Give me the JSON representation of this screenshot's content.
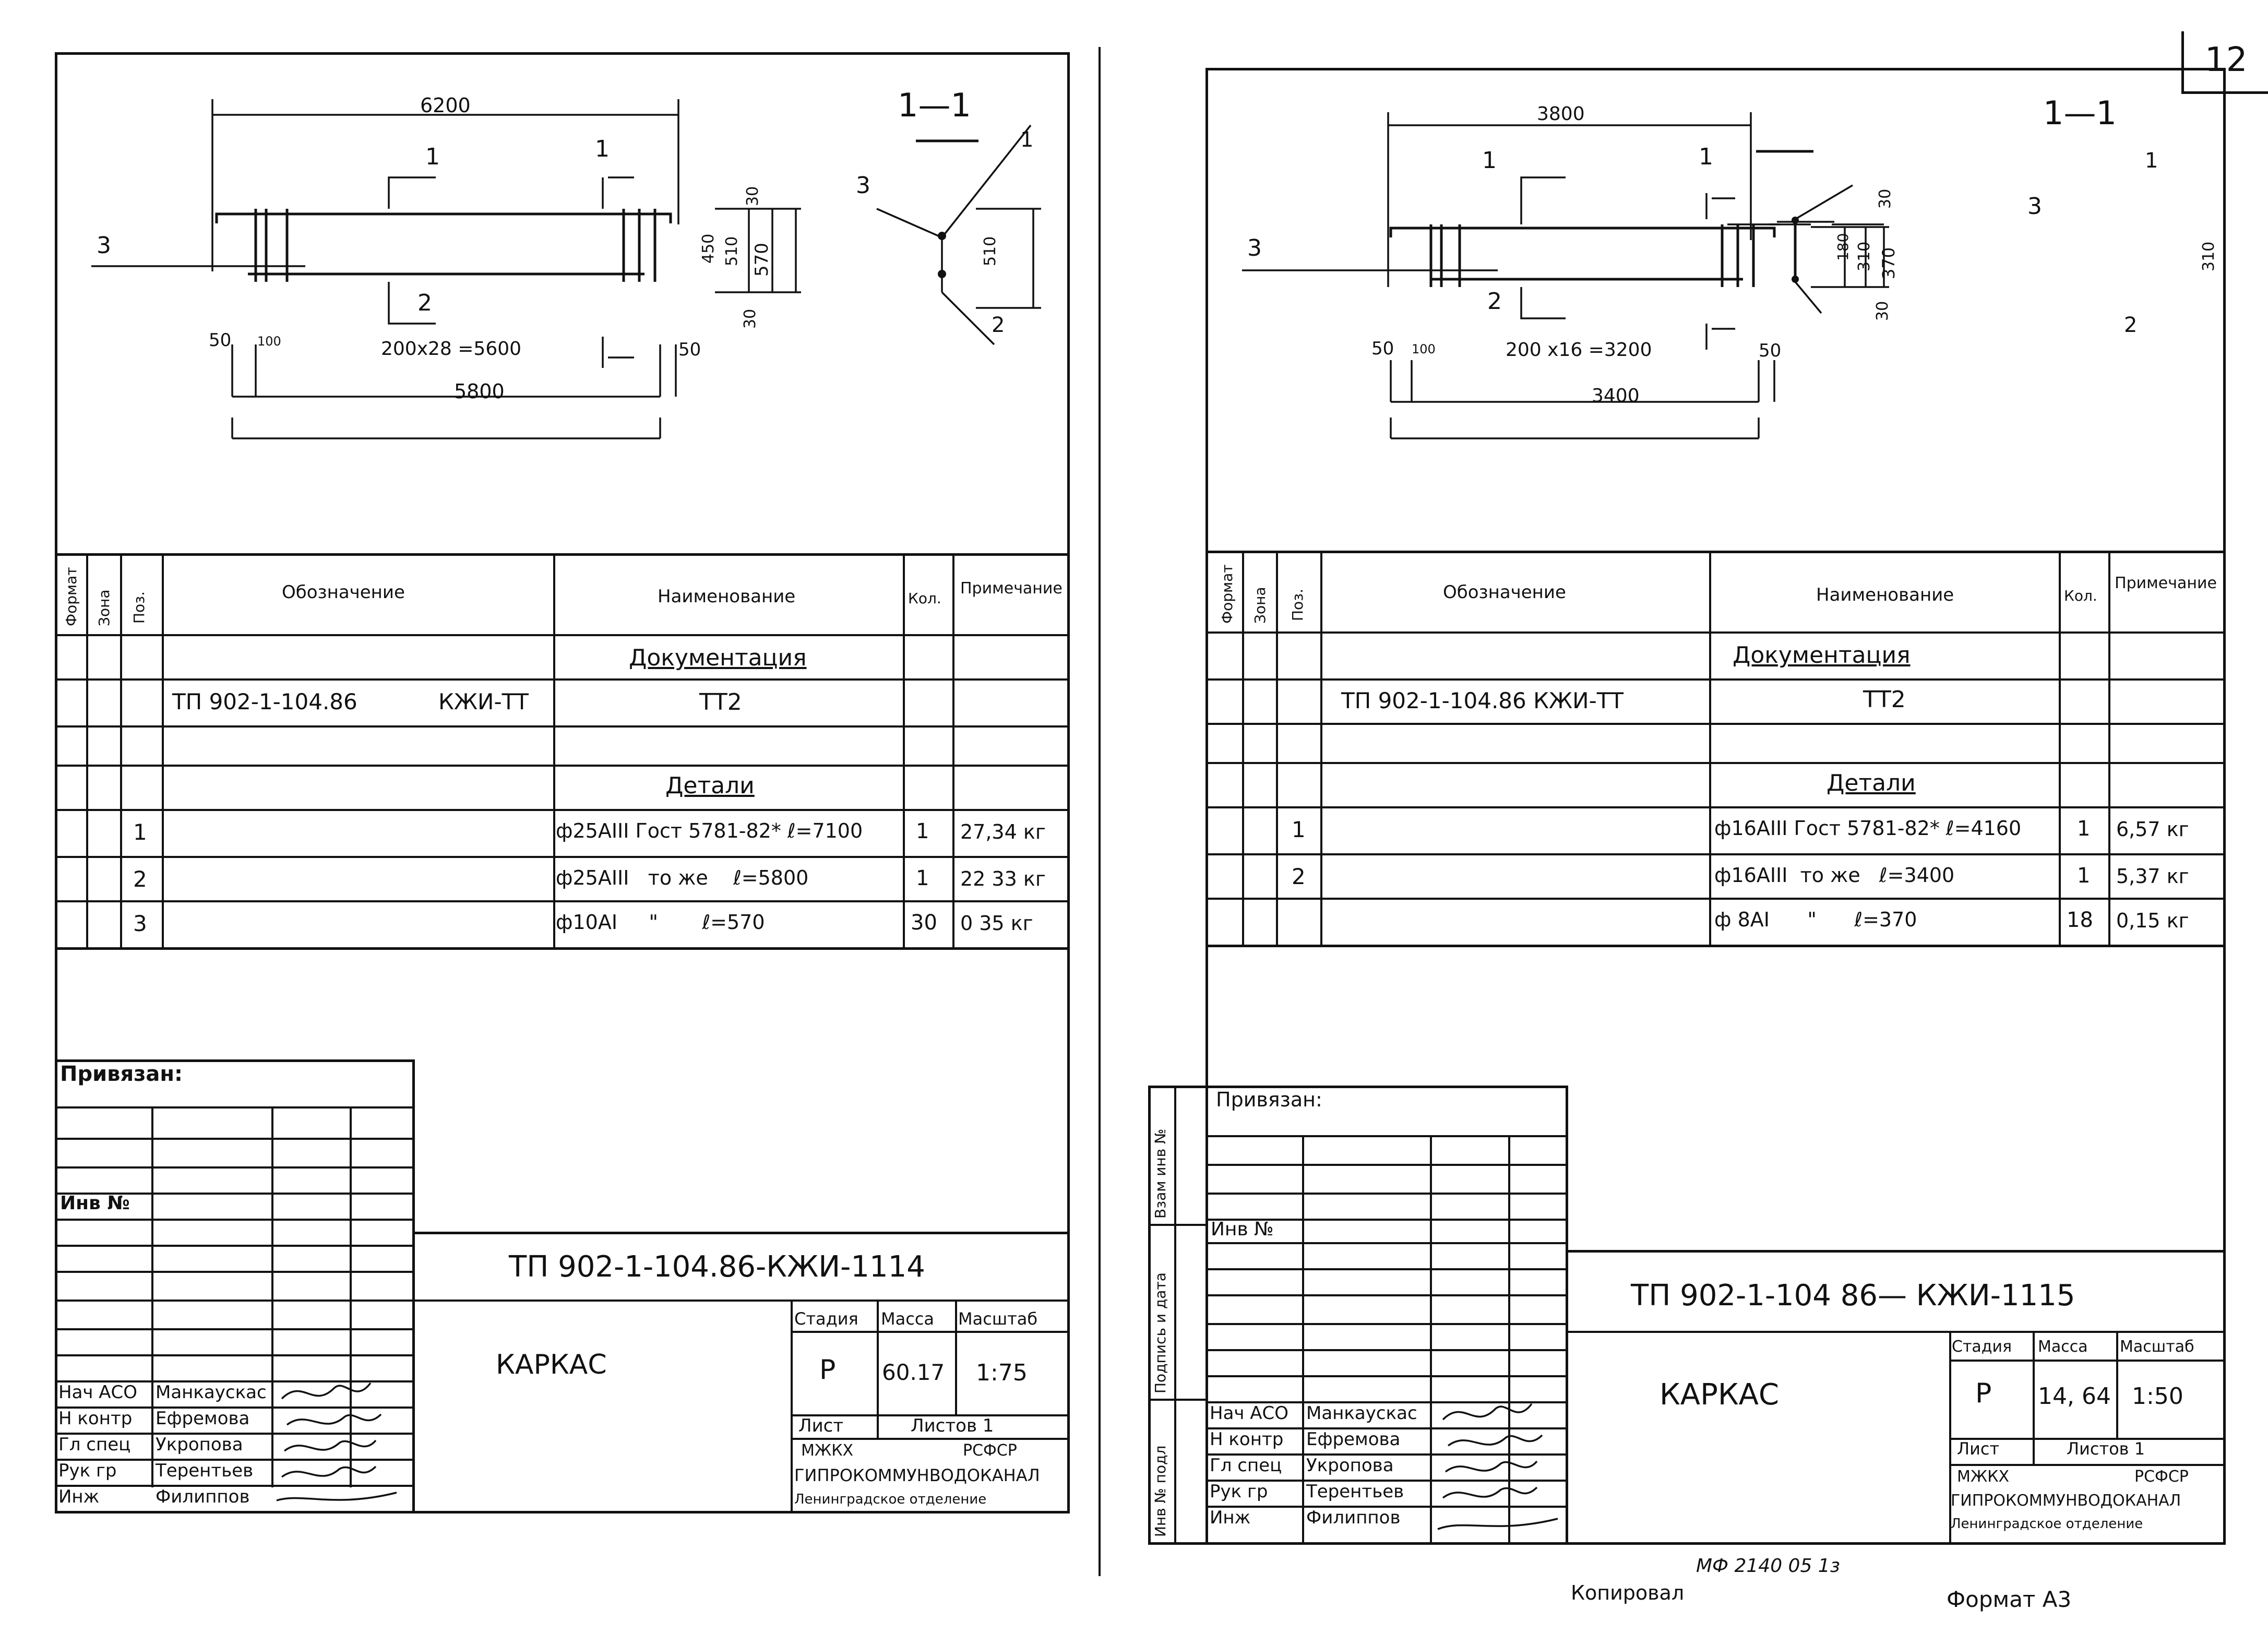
{
  "page_number": "12",
  "common": {
    "section": "1—1",
    "header": {
      "format": "Формат",
      "zone": "Зона",
      "pos": "Поз.",
      "designation": "Обозначение",
      "name": "Наименование",
      "qty": "Кол.",
      "note": "Примечание"
    },
    "documentation": "Документация",
    "details": "Детали",
    "privyazan": "Привязан:",
    "inv_no": "Инв №",
    "stage_label": "Стадия",
    "mass_label": "Масса",
    "scale_label": "Масштаб",
    "sheet_label": "Лист",
    "item_title": "КАРКАС",
    "org_line1": "МЖКХ",
    "org_line1b": "РСФСР",
    "org_line2": "ГИПРОКОММУНВОДОКАНАЛ",
    "org_line3": "Ленинградское отделение",
    "roles": [
      "Нач АСО",
      "Н контр",
      "Гл спец",
      "Рук гр",
      "Инж"
    ],
    "people": [
      "Манкаускас",
      "Ефремова",
      "Укропова",
      "Терентьев",
      "Филиппов"
    ],
    "side_labels": [
      "Взам инв №",
      "Подпись и дата",
      "Инв № подл"
    ]
  },
  "left_sheet": {
    "dims": {
      "overall": "6200",
      "spacing": "200x28 =5600",
      "length": "5800",
      "left_offset": "50",
      "first_step": "100",
      "right_offset": "50",
      "sec_a": "450",
      "sec_b": "510",
      "sec_c": "570",
      "sec_top": "30",
      "sec_bot": "30"
    },
    "marks": {
      "m1": "1",
      "m2": "2",
      "m3": "3",
      "cut": "1"
    },
    "doc_designation": "ТП 902-1-104.86",
    "doc_code": "КЖИ-ТТ",
    "doc_name": "ТТ2",
    "rows": [
      {
        "pos": "1",
        "name": "ф25АIII Гост 5781-82* ℓ=7100",
        "qty": "1",
        "note": "27,34 кг"
      },
      {
        "pos": "2",
        "name": "ф25АIII   то же    ℓ=5800",
        "qty": "1",
        "note": "22 33 кг"
      },
      {
        "pos": "3",
        "name": "ф10АI     \"       ℓ=570",
        "qty": "30",
        "note": "0 35 кг"
      }
    ],
    "code": "ТП 902-1-104.86-КЖИ-1114",
    "stage": "Р",
    "mass": "60.17",
    "scale": "1:75",
    "sheets": "Листов 1"
  },
  "right_sheet": {
    "dims": {
      "overall": "3800",
      "spacing": "200 x16 =3200",
      "length": "3400",
      "left_offset": "50",
      "first_step": "100",
      "right_offset": "50",
      "sec_a": "180",
      "sec_b": "310",
      "sec_c": "370",
      "sec_top": "30",
      "sec_bot": "30"
    },
    "marks": {
      "m1": "1",
      "m2": "2",
      "m3": "3",
      "cut": "1"
    },
    "doc_designation": "ТП 902-1-104.86 КЖИ-ТТ",
    "doc_name": "ТТ2",
    "rows": [
      {
        "pos": "1",
        "name": "ф16АIII Гост 5781-82* ℓ=4160",
        "qty": "1",
        "note": "6,57 кг"
      },
      {
        "pos": "2",
        "name": "ф16АIII  то же   ℓ=3400",
        "qty": "1",
        "note": "5,37 кг"
      },
      {
        "pos": "",
        "name": "ф 8АI      \"      ℓ=370",
        "qty": "18",
        "note": "0,15 кг"
      }
    ],
    "code": "ТП 902-1-104 86— КЖИ-1115",
    "stage": "Р",
    "mass": "14, 64",
    "scale": "1:50",
    "sheets": "Листов 1"
  },
  "footer": {
    "archive": "МФ 2140 05   1з",
    "copied": "Копировал",
    "format": "Формат А3"
  }
}
